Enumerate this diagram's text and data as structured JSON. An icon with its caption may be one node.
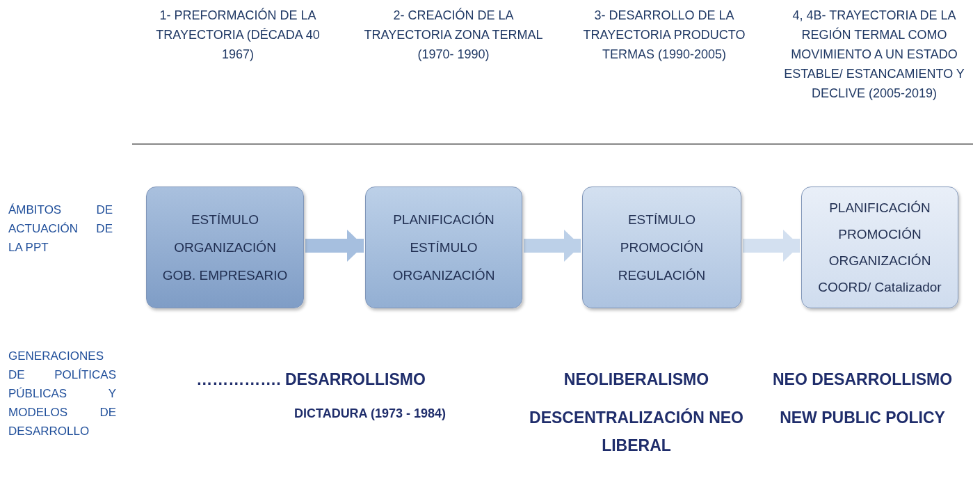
{
  "diagram": {
    "nodes": [
      {
        "text": [
          "ESTÍMULO",
          "ORGANIZACIÓN",
          "GOB. EMPRESARIO"
        ]
      },
      {
        "text": [
          "PLANIFICACIÓN",
          "ESTÍMULO",
          "ORGANIZACIÓN"
        ]
      },
      {
        "text": [
          "ESTÍMULO",
          "PROMOCIÓN",
          "REGULACIÓN"
        ]
      },
      {
        "text": [
          "PLANIFICACIÓN",
          "PROMOCIÓN",
          "ORGANIZACIÓN",
          "COORD/ Catalizador"
        ]
      }
    ],
    "edges": [
      {
        "from": 0,
        "to": 1,
        "arrow": "to"
      },
      {
        "from": 1,
        "to": 2,
        "arrow": "to"
      },
      {
        "from": 2,
        "to": 3,
        "arrow": "to"
      }
    ],
    "labels": [
      "1- PREFORMACIÓN DE LA TRAYECTORIA (DÉCADA 40 1967)",
      "2- CREACIÓN DE LA TRAYECTORIA ZONA TERMAL (1970- 1990)",
      "3- DESARROLLO DE LA TRAYECTORIA PRODUCTO TERMAS (1990-2005)",
      "4, 4B- TRAYECTORIA DE LA REGIÓN TERMAL COMO MOVIMIENTO A UN ESTADO ESTABLE/ ESTANCAMIENTO Y DECLIVE (2005-2019)",
      "ÁMBITOS DE ACTUACIÓN DE LA PPT",
      "GENERACIONES DE POLÍTICAS PÚBLICAS Y MODELOS DE DESARROLLO",
      "……………. DESARROLLISMO",
      "NEOLIBERALISMO",
      "NEO DESARROLLISMO",
      "DICTADURA (1973 - 1984)",
      "DESCENTRALIZACIÓN NEO LIBERAL",
      "NEW PUBLIC POLICY"
    ]
  }
}
